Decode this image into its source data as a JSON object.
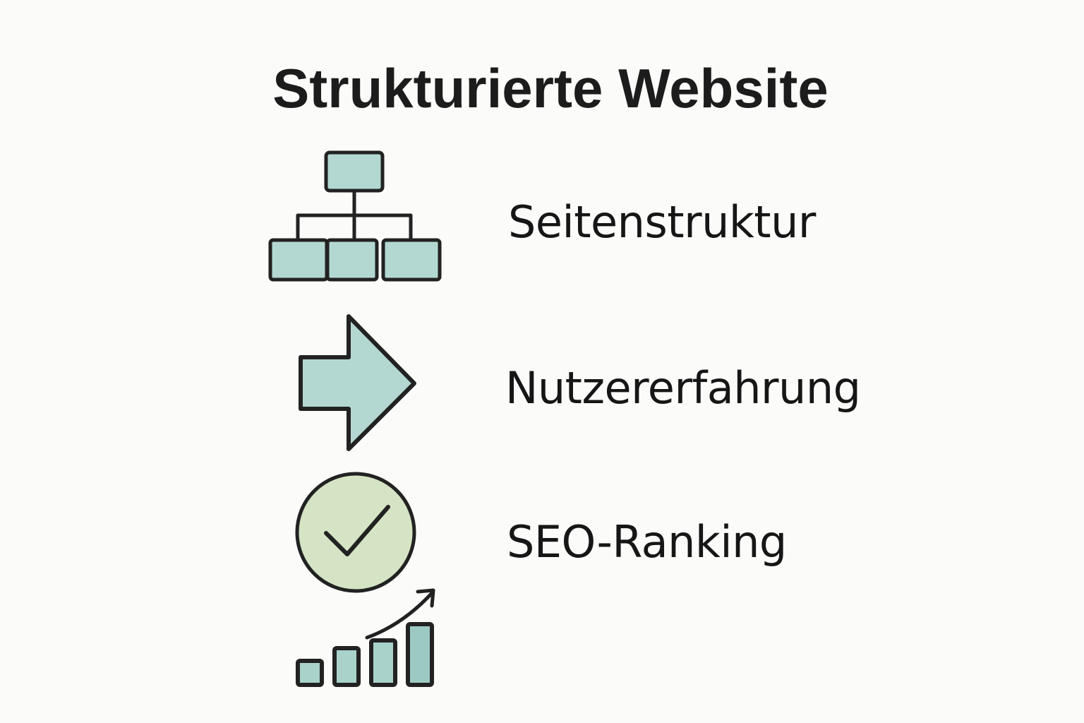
{
  "title": "Strukturierte Website",
  "items": [
    {
      "label": "Seitenstruktur",
      "icon": "sitemap-hierarchy-icon"
    },
    {
      "label": "Nutzererfahrung",
      "icon": "right-arrow-icon"
    },
    {
      "label": "SEO-Ranking",
      "icon": "checkmark-circle-icon"
    }
  ],
  "extra_icon": "growth-bar-chart-icon",
  "colors": {
    "background": "#fbfbf9",
    "teal_fill": "#b3d8d1",
    "green_fill": "#d5e4c4",
    "stroke": "#222222",
    "text": "#161616"
  }
}
